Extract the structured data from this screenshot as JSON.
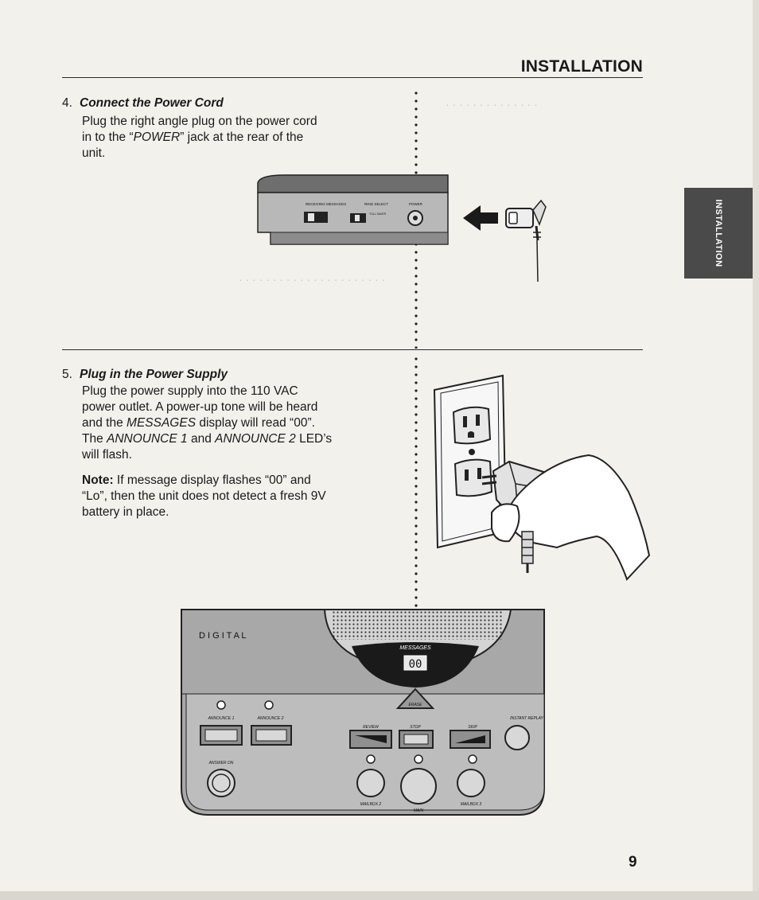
{
  "header": {
    "title": "INSTALLATION"
  },
  "side_tab": {
    "label": "INSTALLATION"
  },
  "step4": {
    "number": "4.",
    "title": "Connect the Power Cord",
    "line1": "Plug the right angle plug on the power cord",
    "line2_pre": "in to the “",
    "line2_em": "POWER",
    "line2_post": "” jack at the rear of the",
    "line3": "unit."
  },
  "step5": {
    "number": "5.",
    "title": "Plug in the Power Supply",
    "line1": "Plug the power supply into the 110 VAC",
    "line2": "power outlet. A power-up tone will be heard",
    "line3_pre": "and the ",
    "line3_em": "MESSAGES",
    "line3_post": " display will read “00”.",
    "line4_pre": "The ",
    "line4_em1": "ANNOUNCE 1",
    "line4_mid": " and ",
    "line4_em2": "ANNOUNCE 2",
    "line4_post": " LED’s",
    "line5": "will flash."
  },
  "note": {
    "label": "Note:",
    "line1": " If message display flashes “00” and",
    "line2": "“Lo”, then the unit does not detect a fresh 9V",
    "line3": "battery in place."
  },
  "rear_panel": {
    "switch1_label": "RECEIVING MESSAGES",
    "switch2_label": "RING SELECT",
    "jack_label": "POWER",
    "toll_label": "TOLL SAVER"
  },
  "machine": {
    "brand": "D I G I T A L",
    "display_label": "MESSAGES",
    "display_value": "00",
    "erase_label": "ERASE",
    "announce1": "ANNOUNCE 1",
    "announce2": "ANNOUNCE 2",
    "answer_on": "ANSWER ON",
    "review": "REVIEW",
    "stop": "STOP",
    "skip": "SKIP",
    "instant_replay": "INSTANT REPLAY",
    "mailbox2": "MAILBOX 2",
    "main": "MAIN",
    "mailbox3": "MAILBOX 3"
  },
  "page_number": "9"
}
